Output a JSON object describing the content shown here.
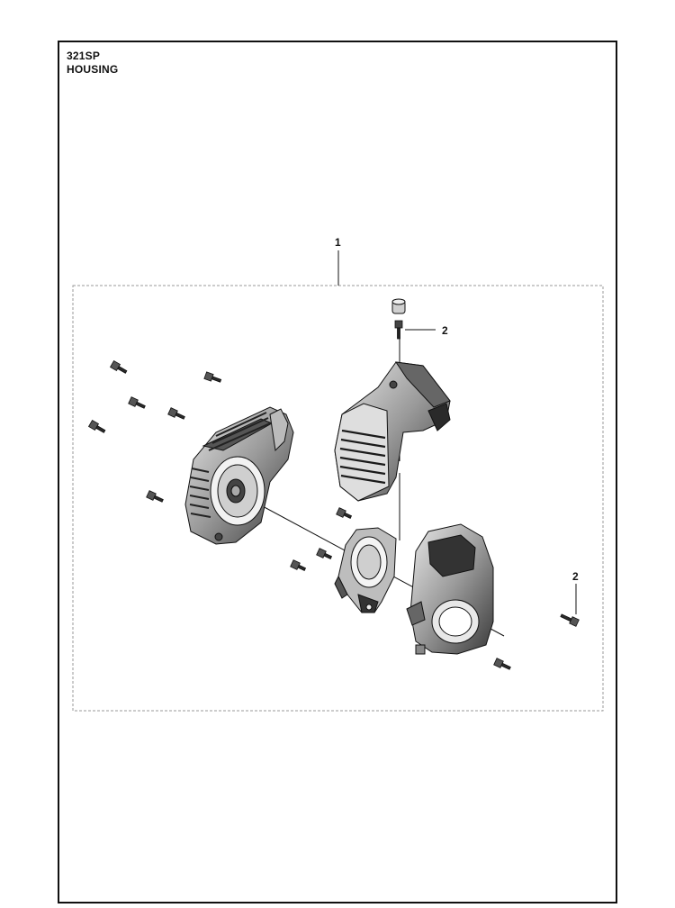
{
  "header": {
    "model": "321SP",
    "section": "HOUSING"
  },
  "callouts": {
    "assembly": "1",
    "screw_top": "2",
    "screw_right": "2"
  },
  "colors": {
    "line": "#111111",
    "part_dark": "#3a3a3a",
    "part_mid": "#8a8a8a",
    "part_light": "#d6d6d6",
    "dash": "#9a9a9a"
  }
}
